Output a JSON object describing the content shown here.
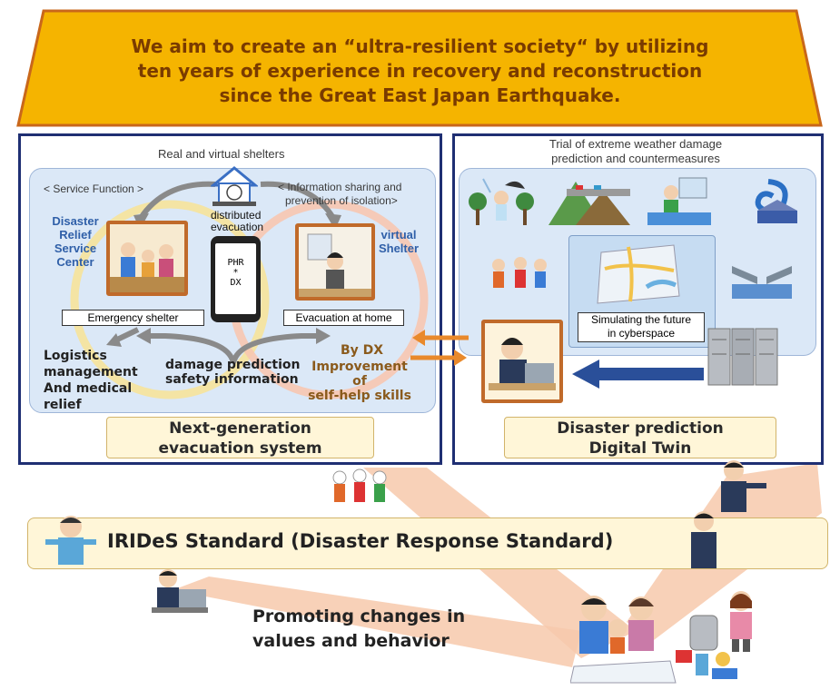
{
  "banner": {
    "line1": "We aim to create an “ultra-resilient society“ by utilizing",
    "line2": "ten years of experience in recovery and reconstruction",
    "line3": "since the Great East Japan Earthquake."
  },
  "left_panel": {
    "header": "Real and virtual shelters",
    "service_function": "< Service Function >",
    "info_sharing_1": "< Information sharing and",
    "info_sharing_2": "prevention of isolation>",
    "distributed": "distributed",
    "evacuation": "evacuation",
    "center_1": "Disaster",
    "center_2": "Relief",
    "center_3": "Service",
    "center_4": "Center",
    "virtual_1": "virtual",
    "virtual_2": "Shelter",
    "phone_1": "PHR",
    "phone_2": "*",
    "phone_3": "DX",
    "emergency_label": "Emergency shelter",
    "home_label": "Evacuation at home",
    "logistics_1": "Logistics",
    "logistics_2": "management",
    "logistics_3": "And medical",
    "logistics_4": "relief",
    "damage_1": "damage prediction",
    "damage_2": "safety information",
    "bydx": "By DX",
    "improve_1": "Improvement of",
    "improve_2": "self-help skills",
    "title_1": "Next-generation",
    "title_2": "evacuation system"
  },
  "right_panel": {
    "header_1": "Trial of extreme weather damage",
    "header_2": "prediction and countermeasures",
    "sim_1": "Simulating the future",
    "sim_2": "in cyberspace",
    "title_1": "Disaster prediction",
    "title_2": "Digital Twin"
  },
  "standard": {
    "label": "IRIDeS Standard (Disaster Response Standard)"
  },
  "bottom": {
    "line1": "Promoting changes in",
    "line2": "values and behavior"
  },
  "colors": {
    "banner_fill": "#f5b400",
    "banner_border": "#c9671a",
    "panel_border": "#1f2f73",
    "label_fill": "#fff6d8",
    "arrow_blue": "#2a4f99",
    "arrow_orange": "#e9892b"
  }
}
